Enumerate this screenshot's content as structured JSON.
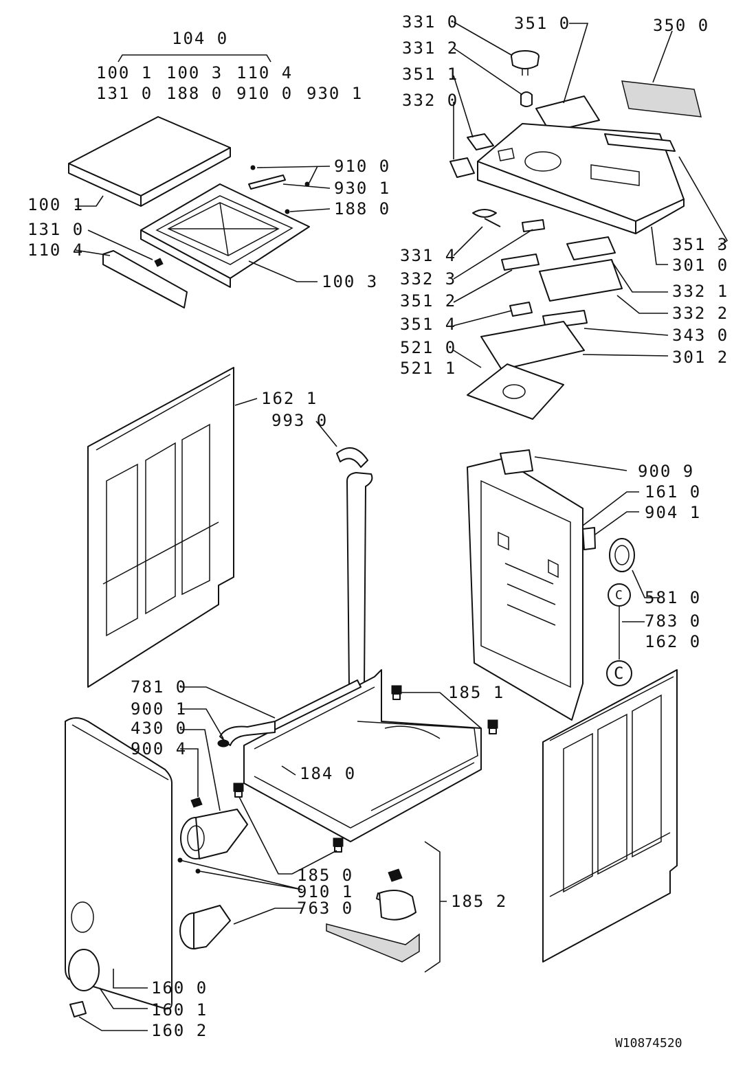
{
  "drawing_number": "W10874520",
  "group_header": "104 0",
  "group_items_row1": [
    "100 1",
    "100 3",
    "110 4"
  ],
  "group_items_row2": [
    "131 0",
    "188 0",
    "910 0",
    "930 1"
  ],
  "callouts": [
    "910 0",
    "930 1",
    "188 0",
    "100 1",
    "131 0",
    "110 4",
    "100 3",
    "331 0",
    "351 0",
    "350 0",
    "331 2",
    "351 1",
    "332 0",
    "331 4",
    "332 3",
    "351 3",
    "301 0",
    "351 2",
    "332 1",
    "332 2",
    "351 4",
    "343 0",
    "521 0",
    "521 1",
    "301 2",
    "162 1",
    "993 0",
    "900 9",
    "161 0",
    "904 1",
    "581 0",
    "783 0",
    "162 0",
    "781 0",
    "900 1",
    "430 0",
    "900 4",
    "185 1",
    "184 0",
    "185 0",
    "910 1",
    "763 0",
    "185 2",
    "160 0",
    "160 1",
    "160 2"
  ],
  "connector_letter": "C"
}
